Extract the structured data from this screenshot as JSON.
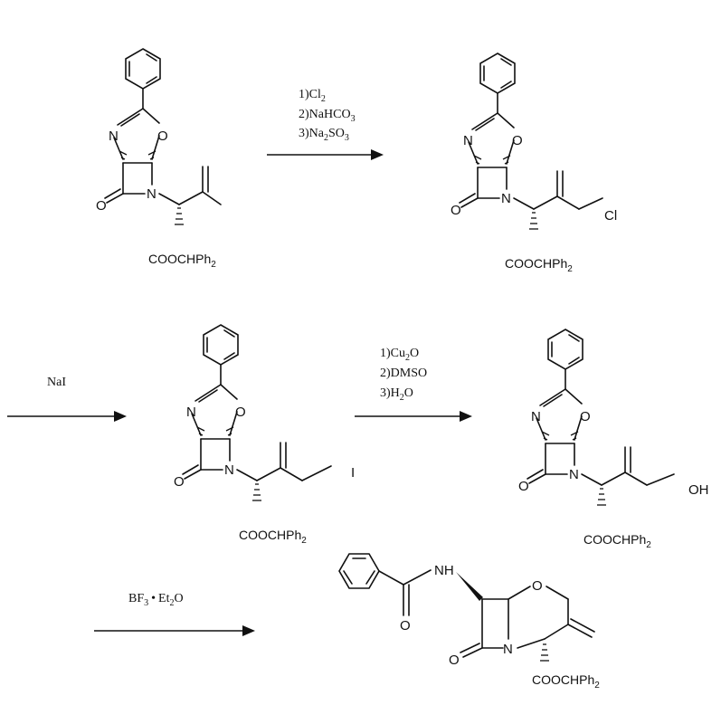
{
  "molecules": {
    "common": {
      "ester_group": "COOCHPh",
      "ester_sub": "2",
      "atom_N": "N",
      "atom_O": "O",
      "atom_Cl": "Cl",
      "atom_I": "I",
      "atom_OH": "OH",
      "atom_NH": "N",
      "atom_H": "H"
    }
  },
  "steps": {
    "step1": {
      "line1": {
        "num": "1)",
        "text": "Cl",
        "sub": "2"
      },
      "line2": {
        "num": "2)",
        "text": "NaHCO",
        "sub": "3"
      },
      "line3": {
        "num": "3)",
        "text": "Na",
        "sub": "2",
        "text2": "SO",
        "sub2": "3"
      }
    },
    "step2": {
      "label": "NaI"
    },
    "step3": {
      "line1": {
        "num": "1)",
        "text": "Cu",
        "sub": "2",
        "text2": "O"
      },
      "line2": {
        "num": "2)",
        "text": "DMSO"
      },
      "line3": {
        "num": "3)",
        "text": "H",
        "sub": "2",
        "text2": "O"
      }
    },
    "step4": {
      "text": "BF",
      "sub": "3",
      "dot": "•",
      "text2": "Et",
      "sub2": "2",
      "text3": "O"
    }
  }
}
